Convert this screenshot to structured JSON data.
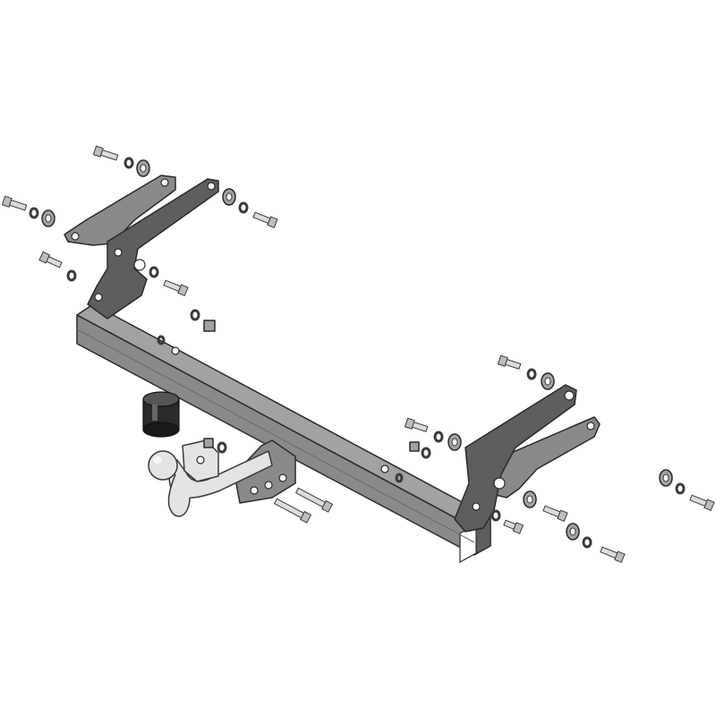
{
  "image": {
    "colors": {
      "background": "#ffffff",
      "steel_light": "#a2a2a2",
      "steel_mid": "#8a8a8a",
      "steel_dark": "#5e5e5e",
      "outline": "#2a2a2a",
      "tow_ball_silver": "#e3e3e3",
      "socket_black": "#222222"
    },
    "parts": {
      "main_crossbar": "main-crossbar",
      "left_bracket_pair": "left-side-bracket",
      "right_bracket_pair": "right-side-bracket",
      "tow_ball_neck": "tow-ball-neck",
      "electrical_socket": "electrical-socket",
      "fastener_sets": 9
    }
  }
}
